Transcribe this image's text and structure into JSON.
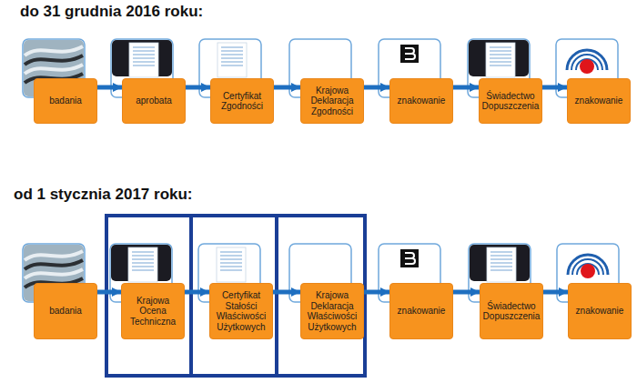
{
  "diagram": {
    "nodes": [
      {
        "text": [
          "badania"
        ]
      },
      {
        "text": [
          "aprobata"
        ]
      },
      {
        "text": [
          "Certyfikat Zgodności"
        ]
      },
      {
        "text": [
          "Krajowa Deklaracja Zgodności"
        ]
      },
      {
        "text": [
          "znakowanie"
        ]
      },
      {
        "text": [
          "Świadectwo Dopuszczenia"
        ]
      },
      {
        "text": [
          "znakowanie"
        ]
      },
      {
        "text": [
          "badania"
        ]
      },
      {
        "text": [
          "Krajowa Ocena Techniczna"
        ]
      },
      {
        "text": [
          "Certyfikat Stałości Właściwości Użytkowych"
        ]
      },
      {
        "text": [
          "Krajowa Deklaracja Właściwości Użytkowych"
        ]
      },
      {
        "text": [
          "znakowanie"
        ]
      },
      {
        "text": [
          "Świadectwo Dopuszczenia"
        ]
      },
      {
        "text": [
          "znakowanie"
        ]
      }
    ],
    "edges": [
      {
        "from": 0,
        "to": 1,
        "arrow": "to"
      },
      {
        "from": 1,
        "to": 2,
        "arrow": "to"
      },
      {
        "from": 2,
        "to": 3,
        "arrow": "to"
      },
      {
        "from": 3,
        "to": 4,
        "arrow": "to"
      },
      {
        "from": 4,
        "to": 5,
        "arrow": "to"
      },
      {
        "from": 5,
        "to": 6,
        "arrow": "to"
      },
      {
        "from": 7,
        "to": 8,
        "arrow": "to"
      },
      {
        "from": 8,
        "to": 9,
        "arrow": "to"
      },
      {
        "from": 9,
        "to": 10,
        "arrow": "to"
      },
      {
        "from": 10,
        "to": 11,
        "arrow": "to"
      },
      {
        "from": 11,
        "to": 12,
        "arrow": "to"
      },
      {
        "from": 12,
        "to": 13,
        "arrow": "to"
      }
    ],
    "labels": [
      "do 31 grudnia 2016 roku:",
      "od 1 stycznia 2017 roku:"
    ]
  }
}
